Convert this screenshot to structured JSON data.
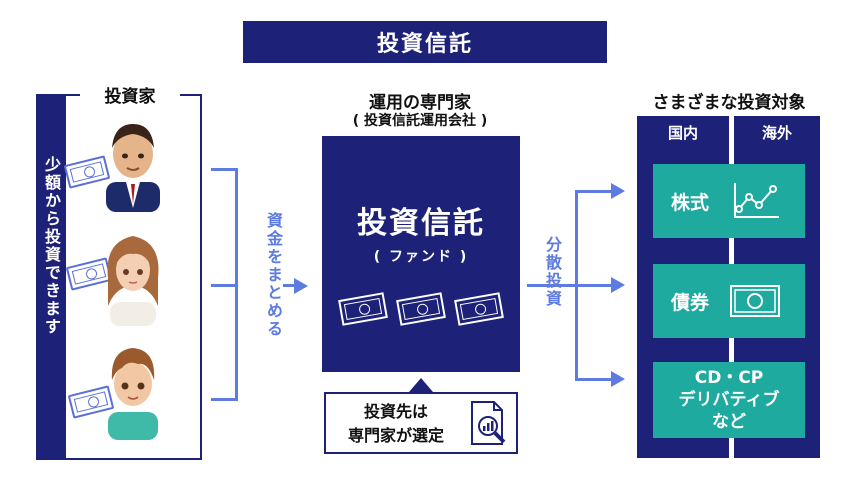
{
  "title": "投資信託",
  "investors": {
    "heading": "投資家",
    "side_label": "少額から投資できます"
  },
  "flow": {
    "collect_label": "資金をまとめる",
    "diversify_label": "分散投資"
  },
  "fund": {
    "manager_heading": "運用の専門家",
    "manager_sub": "( 投資信託運用会社 )",
    "title": "投資信託",
    "subtitle": "( ファンド )",
    "callout_line1": "投資先は",
    "callout_line2": "専門家が選定"
  },
  "targets": {
    "heading": "さまざまな投資対象",
    "col_domestic": "国内",
    "col_overseas": "海外",
    "asset_stock": "株式",
    "asset_bond": "債券",
    "asset_other_line1": "CD・CP",
    "asset_other_line2": "デリバティブ",
    "asset_other_line3": "など"
  },
  "colors": {
    "navy": "#1d2278",
    "teal": "#1faaa0",
    "arrow_blue": "#5d7be0"
  }
}
